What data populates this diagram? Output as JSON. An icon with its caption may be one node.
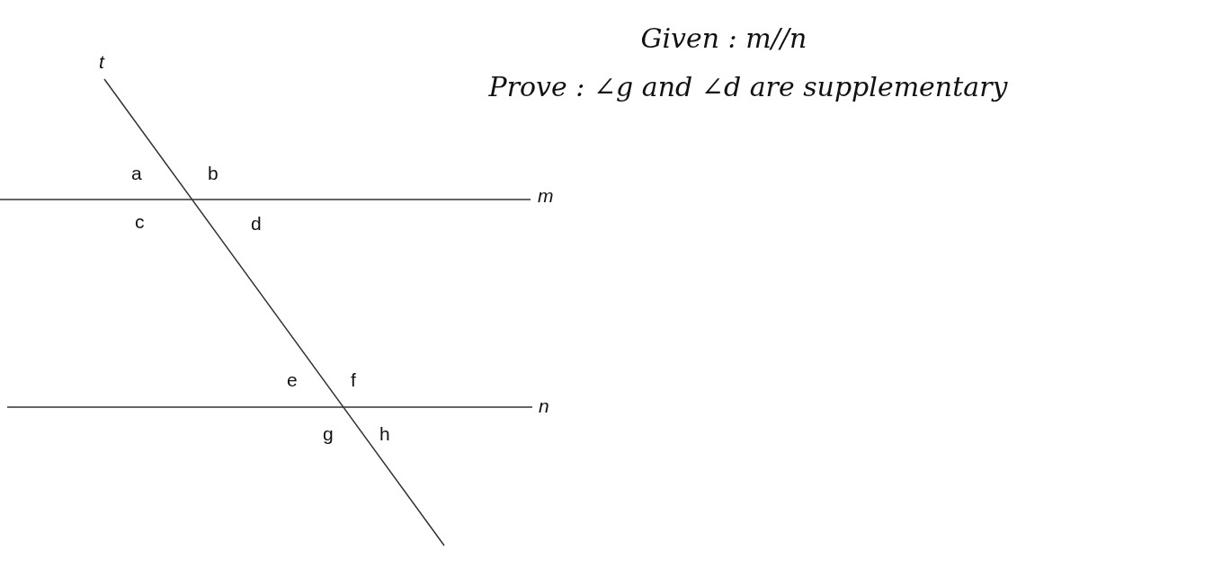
{
  "diagram": {
    "labels": [
      "Given : m//n",
      "t",
      "Prove : ∠g and ∠d are supplementary",
      "a",
      "b",
      "m",
      "c",
      "d",
      "e",
      "f",
      "n",
      "g",
      "h"
    ]
  }
}
